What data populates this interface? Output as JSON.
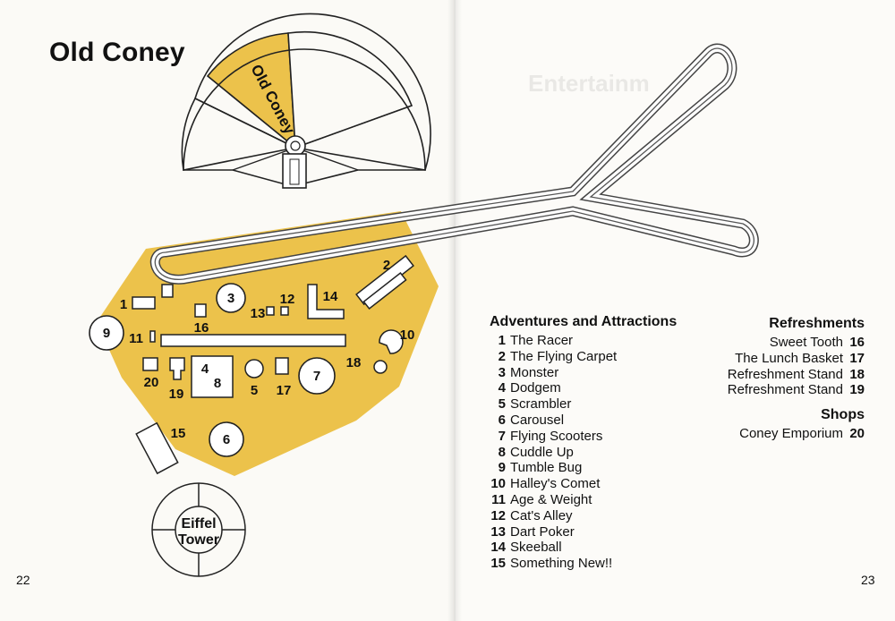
{
  "title": "Old Coney",
  "fan_label": "Old Coney",
  "eiffel_label": [
    "Eiffel",
    "Tower"
  ],
  "colors": {
    "land": "#ecc24b",
    "page": "#fbfaf6",
    "ink": "#222222"
  },
  "map_markers": [
    {
      "id": "1",
      "shape": "tag"
    },
    {
      "id": "2",
      "shape": "tag"
    },
    {
      "id": "3",
      "shape": "circle"
    },
    {
      "id": "4",
      "shape": "box"
    },
    {
      "id": "5",
      "shape": "tag"
    },
    {
      "id": "6",
      "shape": "circle"
    },
    {
      "id": "7",
      "shape": "circle"
    },
    {
      "id": "8",
      "shape": "box"
    },
    {
      "id": "9",
      "shape": "circle"
    },
    {
      "id": "10",
      "shape": "tag"
    },
    {
      "id": "11",
      "shape": "tag"
    },
    {
      "id": "12",
      "shape": "tag"
    },
    {
      "id": "13",
      "shape": "tag"
    },
    {
      "id": "14",
      "shape": "tag"
    },
    {
      "id": "15",
      "shape": "tag"
    },
    {
      "id": "16",
      "shape": "tag"
    },
    {
      "id": "17",
      "shape": "tag"
    },
    {
      "id": "18",
      "shape": "tag"
    },
    {
      "id": "19",
      "shape": "tag"
    },
    {
      "id": "20",
      "shape": "tag"
    }
  ],
  "adventures": {
    "heading": "Adventures and Attractions",
    "items": [
      {
        "num": "1",
        "name": "The Racer"
      },
      {
        "num": "2",
        "name": "The Flying Carpet"
      },
      {
        "num": "3",
        "name": "Monster"
      },
      {
        "num": "4",
        "name": "Dodgem"
      },
      {
        "num": "5",
        "name": "Scrambler"
      },
      {
        "num": "6",
        "name": "Carousel"
      },
      {
        "num": "7",
        "name": "Flying Scooters"
      },
      {
        "num": "8",
        "name": "Cuddle Up"
      },
      {
        "num": "9",
        "name": "Tumble Bug"
      },
      {
        "num": "10",
        "name": "Halley's Comet"
      },
      {
        "num": "11",
        "name": "Age & Weight"
      },
      {
        "num": "12",
        "name": "Cat's Alley"
      },
      {
        "num": "13",
        "name": "Dart Poker"
      },
      {
        "num": "14",
        "name": "Skeeball"
      },
      {
        "num": "15",
        "name": "Something New!!"
      }
    ]
  },
  "refreshments": {
    "heading": "Refreshments",
    "items": [
      {
        "num": "16",
        "name": "Sweet Tooth"
      },
      {
        "num": "17",
        "name": "The Lunch Basket"
      },
      {
        "num": "18",
        "name": "Refreshment Stand"
      },
      {
        "num": "19",
        "name": "Refreshment Stand"
      }
    ]
  },
  "shops": {
    "heading": "Shops",
    "items": [
      {
        "num": "20",
        "name": "Coney Emporium"
      }
    ]
  },
  "page_left": "22",
  "page_right": "23"
}
